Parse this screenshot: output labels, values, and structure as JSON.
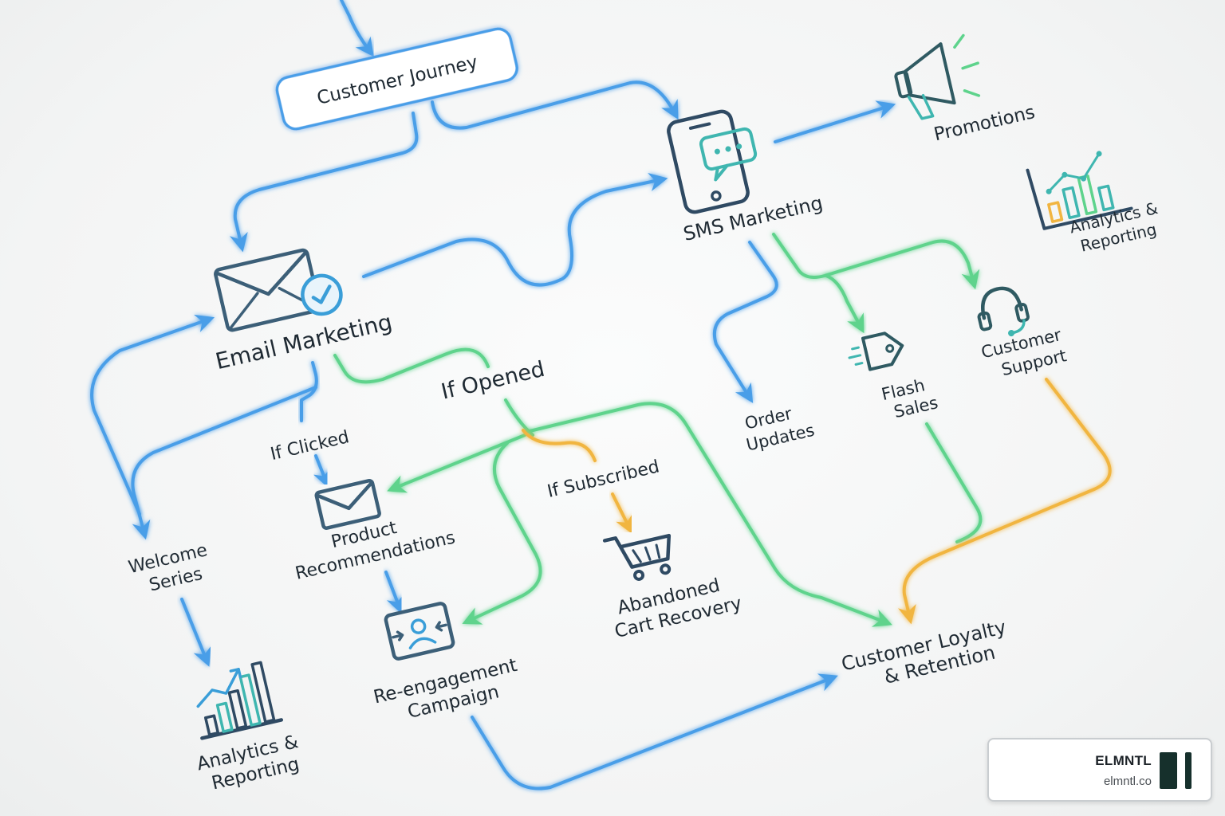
{
  "nodes": {
    "customer_journey": "Customer Journey",
    "sms_marketing": "SMS Marketing",
    "promotions": "Promotions",
    "analytics_top": [
      "Analytics &",
      "Reporting"
    ],
    "email_marketing": "Email Marketing",
    "if_opened": "If Opened",
    "if_clicked": "If Clicked",
    "if_subscribed": "If Subscribed",
    "order_updates": [
      "Order",
      "Updates"
    ],
    "flash_sales": [
      "Flash",
      "Sales"
    ],
    "customer_support": [
      "Customer",
      "Support"
    ],
    "welcome_series": [
      "Welcome",
      "Series"
    ],
    "product_recommendations": [
      "Product",
      "Recommendations"
    ],
    "abandoned_cart": [
      "Abandoned",
      "Cart Recovery"
    ],
    "reengagement": [
      "Re-engagement",
      "Campaign"
    ],
    "loyalty": [
      "Customer Loyalty",
      "& Retention"
    ],
    "analytics_bottom": [
      "Analytics &",
      "Reporting"
    ]
  },
  "watermark": {
    "name": "ELMNTL",
    "url": "elmntl.co"
  },
  "icons": [
    "megaphone-icon",
    "phone-chat-icon",
    "envelope-check-icon",
    "bar-chart-icon",
    "headset-icon",
    "price-tag-icon",
    "envelope-icon",
    "shopping-cart-icon",
    "people-frame-icon"
  ],
  "colors": {
    "email_flow": "#4a9ee8",
    "sms_flow": "#5ed38c",
    "subscribe_flow": "#f1b541",
    "icon_dark": "#2f4a63",
    "icon_teal": "#3fb6b0"
  }
}
